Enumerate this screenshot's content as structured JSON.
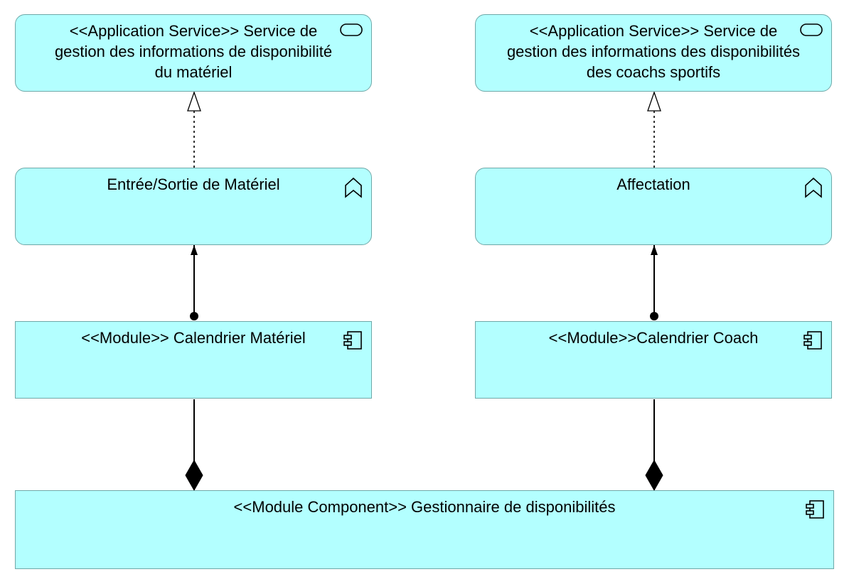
{
  "diagram": {
    "nodes": {
      "service_material": {
        "label": "<<Application Service>> Service de gestion des informations de disponibilité du matériel",
        "icon": "application-service-icon"
      },
      "service_coach": {
        "label": "<<Application Service>> Service de gestion des informations des disponibilités des coachs sportifs",
        "icon": "application-service-icon"
      },
      "function_material": {
        "label": "Entrée/Sortie de Matériel",
        "icon": "application-function-icon"
      },
      "function_coach": {
        "label": "Affectation",
        "icon": "application-function-icon"
      },
      "module_material": {
        "label": "<<Module>> Calendrier Matériel",
        "icon": "component-icon"
      },
      "module_coach": {
        "label": "<<Module>>Calendrier Coach",
        "icon": "component-icon"
      },
      "component": {
        "label": "<<Module Component>> Gestionnaire de disponibilités",
        "icon": "component-icon"
      }
    },
    "relations": [
      {
        "from": "function_material",
        "to": "service_material",
        "type": "realization"
      },
      {
        "from": "function_coach",
        "to": "service_coach",
        "type": "realization"
      },
      {
        "from": "module_material",
        "to": "function_material",
        "type": "assignment"
      },
      {
        "from": "module_coach",
        "to": "function_coach",
        "type": "assignment"
      },
      {
        "from": "component",
        "to": "module_material",
        "type": "composition"
      },
      {
        "from": "component",
        "to": "module_coach",
        "type": "composition"
      }
    ],
    "colors": {
      "fill": "#b3ffff",
      "border": "#6fa8a8",
      "line": "#000000"
    }
  }
}
